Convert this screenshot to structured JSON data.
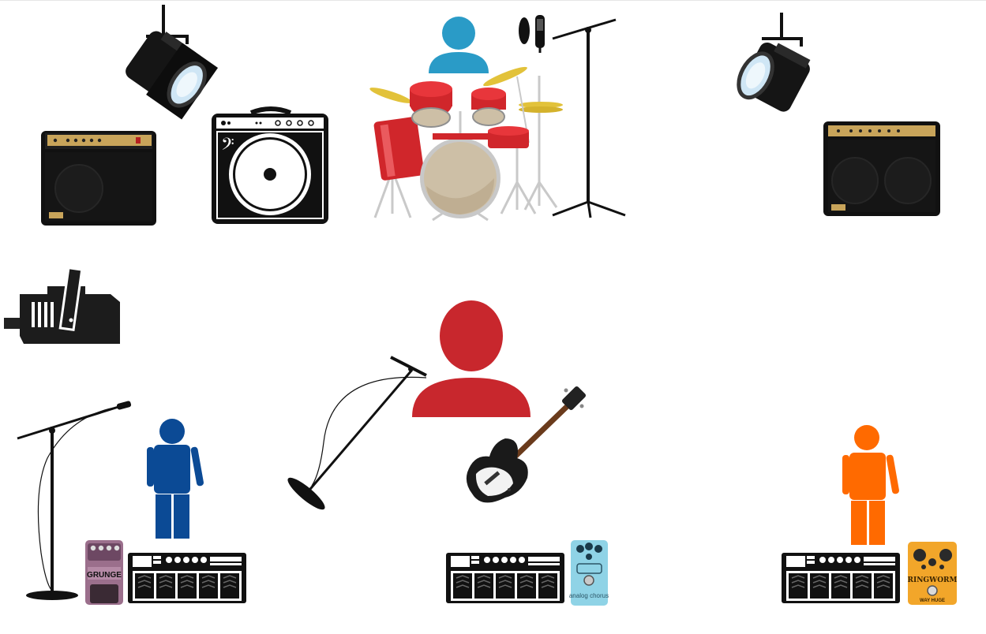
{
  "pedals": {
    "grunge_label": "GRUNGE",
    "chorus_label": "analog chorus",
    "ringworm_label": "RINGWORM",
    "ringworm_brand": "WAY HUGE"
  },
  "colors": {
    "drummer": "#2a9bc7",
    "lead": "#c8272d",
    "left_player": "#0b4a95",
    "right_player": "#ff6a00",
    "drum_red": "#d0262b",
    "drum_head": "#cdbfa6",
    "cymbal": "#e2c23a",
    "amp_black": "#111111",
    "ringworm_body": "#f2a62a",
    "chorus_body": "#8fd3e6",
    "grunge_body": "#9b6f8c"
  },
  "icons": [
    "spotlight-icon",
    "guitar-amp-icon",
    "bass-amp-icon",
    "drum-kit-icon",
    "studio-mic-stand-icon",
    "fog-machine-icon",
    "mic-stand-icon",
    "bass-guitar-icon",
    "multi-effects-pedal-icon",
    "person-icon"
  ]
}
